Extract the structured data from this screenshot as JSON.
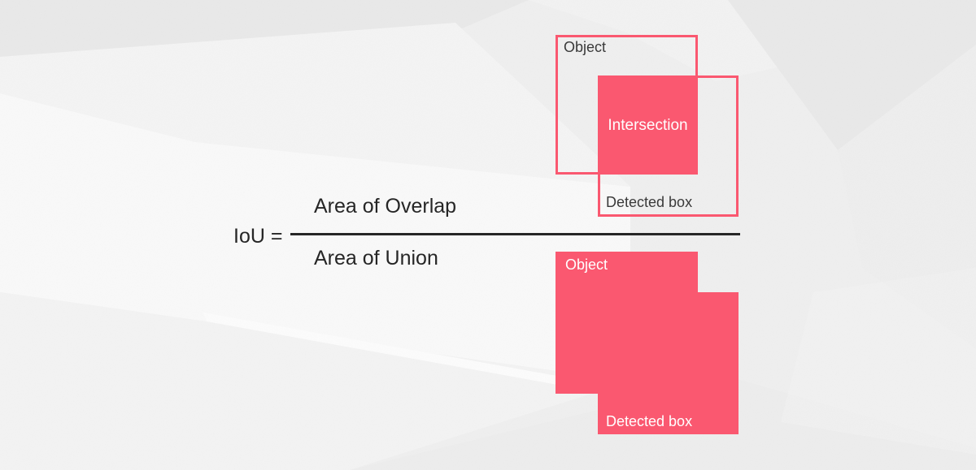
{
  "colors": {
    "accent": "#fa5870",
    "formula_ink": "#262626",
    "label_ink": "#3a3a3a",
    "label_light": "#ffffff",
    "canvas_base": "#efefef"
  },
  "formula": {
    "lhs": "IoU =",
    "numerator": "Area of Overlap",
    "denominator": "Area of Union"
  },
  "intersection_diagram": {
    "object_label": "Object",
    "intersection_label": "Intersection",
    "detected_label": "Detected box"
  },
  "union_diagram": {
    "object_label": "Object",
    "detected_label": "Detected box"
  }
}
